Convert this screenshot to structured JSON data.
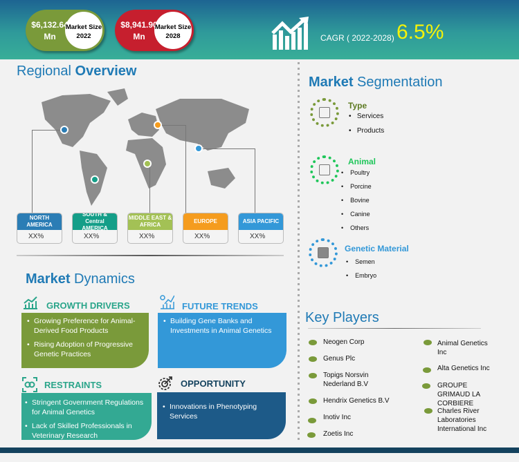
{
  "header": {
    "market_2022": {
      "value": "$6,132.64 Mn",
      "label": "Market Size 2022",
      "color": "#7a9a3a"
    },
    "market_2028": {
      "value": "$8,941.90 Mn",
      "label": "Market Size 2028",
      "color": "#c61f2e"
    },
    "cagr_label": "CAGR ( 2022-2028)",
    "cagr_value": "6.5%"
  },
  "regional": {
    "title_a": "Regional ",
    "title_b": "Overview",
    "regions": [
      {
        "name": "NORTH AMERICA",
        "value": "XX%",
        "color": "#2b7db5"
      },
      {
        "name": "SOUTH & Central AMERICA",
        "value": "XX%",
        "color": "#149e88"
      },
      {
        "name": "MIDDLE EAST & AFRICA",
        "value": "XX%",
        "color": "#a3c155"
      },
      {
        "name": "EUROPE",
        "value": "XX%",
        "color": "#f59c1e"
      },
      {
        "name": "ASIA PACIFIC",
        "value": "XX%",
        "color": "#3398d8"
      }
    ]
  },
  "segmentation": {
    "title_a": "Market ",
    "title_b": "Segmentation",
    "groups": [
      {
        "name": "Type",
        "color": "#5d7a22",
        "items": [
          "Services",
          "Products"
        ]
      },
      {
        "name": "Animal",
        "color": "#1fc65a",
        "items": [
          "Poultry",
          "Porcine",
          "Bovine",
          "Canine",
          "Others"
        ]
      },
      {
        "name": "Genetic Material",
        "color": "#3398d8",
        "items": [
          "Semen",
          "Embryo"
        ]
      }
    ]
  },
  "dynamics": {
    "title_a": "Market ",
    "title_b": "Dynamics",
    "growth_drivers": {
      "title": "GROWTH DRIVERS",
      "items": [
        "Growing Preference for Animal-Derived Food Products",
        "Rising Adoption of Progressive Genetic Practices"
      ]
    },
    "future_trends": {
      "title": "FUTURE TRENDS",
      "items": [
        "Building Gene Banks and Investments in Animal Genetics"
      ]
    },
    "restraints": {
      "title": "RESTRAINTS",
      "items": [
        "Stringent Government Regulations for Animal Genetics",
        "Lack of Skilled Professionals in Veterinary Research"
      ]
    },
    "opportunity": {
      "title": "OPPORTUNITY",
      "items": [
        "Innovations in Phenotyping Services"
      ]
    }
  },
  "key_players": {
    "title": "Key Players",
    "left": [
      "Neogen Corp",
      "Genus Plc",
      "Topigs Norsvin Nederland B.V",
      "Hendrix Genetics B.V",
      "Inotiv Inc",
      "Zoetis Inc"
    ],
    "right": [
      "Animal Genetics Inc",
      "Alta Genetics Inc",
      "GROUPE GRIMAUD LA CORBIERE",
      "Charles River Laboratories International Inc"
    ]
  }
}
